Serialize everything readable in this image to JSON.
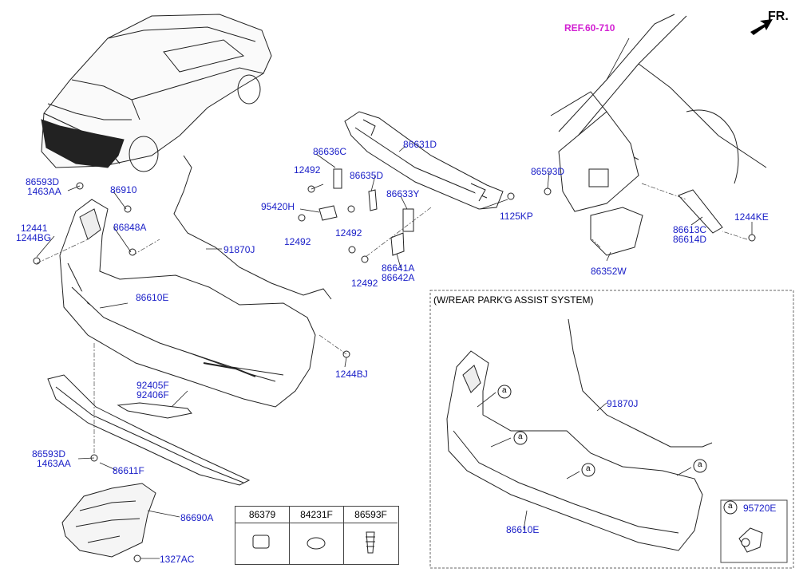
{
  "header": {
    "ref_label": "REF.60-710",
    "direction_label": "FR."
  },
  "callouts": {
    "p86593D_1463AA_top": [
      "86593D",
      "1463AA"
    ],
    "p86910": "86910",
    "p12441_1244BG": [
      "12441",
      "1244BG"
    ],
    "p86848A": "86848A",
    "p86610E_main": "86610E",
    "p91870J_main": "91870J",
    "p86636C": "86636C",
    "p12492_a": "12492",
    "p95420H": "95420H",
    "p12492_b": "12492",
    "p86635D": "86635D",
    "p12492_c": "12492",
    "p86631D": "86631D",
    "p86633Y": "86633Y",
    "p1125KP": "1125KP",
    "p86641A_86642A": [
      "86641A",
      "86642A"
    ],
    "p12492_d": "12492",
    "p86593D_right": "86593D",
    "p86613C_86614D": [
      "86613C",
      "86614D"
    ],
    "p1244KE": "1244KE",
    "p86352W": "86352W",
    "p1244BJ": "1244BJ",
    "p92405F_92406F": [
      "92405F",
      "92406F"
    ],
    "p86593D_1463AA_bottom": [
      "86593D",
      "1463AA"
    ],
    "p86611F": "86611F",
    "p86690A": "86690A",
    "p1327AC": "1327AC",
    "p91870J_assist": "91870J",
    "p86610E_assist": "86610E",
    "p95720E": "95720E"
  },
  "assist_box": {
    "title": "(W/REAR PARK'G ASSIST SYSTEM)",
    "marker": "a"
  },
  "parts_table": {
    "headers": [
      "86379",
      "84231F",
      "86593F"
    ]
  },
  "colors": {
    "label": "#1b20c8",
    "ref": "#d21fd2",
    "line": "#222222"
  }
}
